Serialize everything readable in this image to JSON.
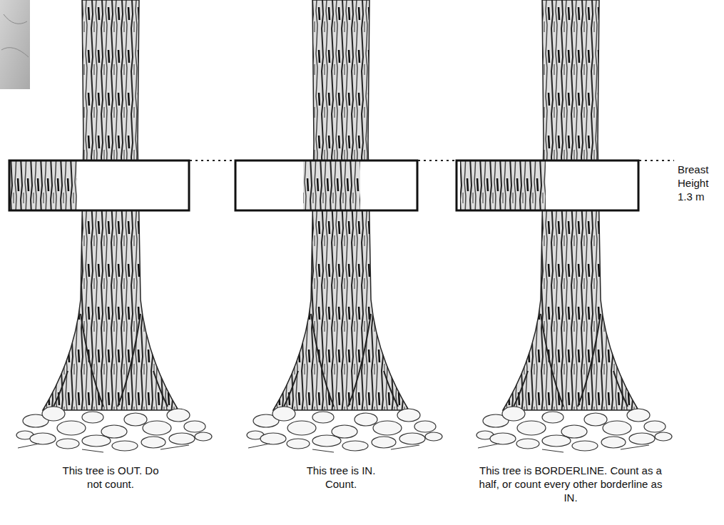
{
  "diagram": {
    "labels": [
      "Breast Height 1.3 m",
      "This tree is OUT. Do not count.",
      "This tree is IN. Count.",
      "This tree is BORDERLINE. Count as a half, or count every other borderline as IN."
    ]
  }
}
